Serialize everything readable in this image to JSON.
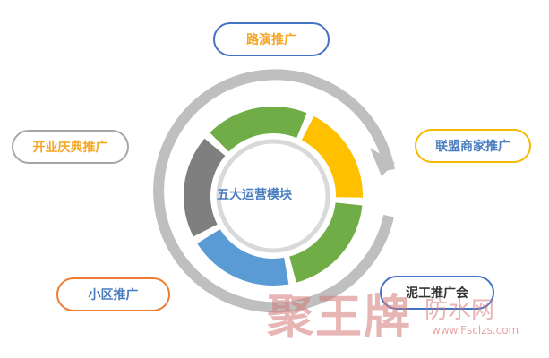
{
  "center": {
    "label": "五大运营模块"
  },
  "modules": [
    {
      "key": "top",
      "label": "路演推广",
      "border": "#4472c4",
      "text": "#f5a623"
    },
    {
      "key": "right",
      "label": "联盟商家推广",
      "border": "#f5b800",
      "text": "#4a7dbf"
    },
    {
      "key": "left",
      "label": "开业庆典推广",
      "border": "#a6a6a6",
      "text": "#f5a623"
    },
    {
      "key": "bl",
      "label": "小区推广",
      "border": "#ed7d31",
      "text": "#4a7dbf"
    },
    {
      "key": "br",
      "label": "泥工推广会",
      "border": "#4472c4",
      "text": "#333333"
    }
  ],
  "segments": [
    {
      "name": "green-top",
      "color": "#70ad47"
    },
    {
      "name": "yellow-right",
      "color": "#ffc000"
    },
    {
      "name": "green-right",
      "color": "#70ad47"
    },
    {
      "name": "blue-bottom",
      "color": "#5b9bd5"
    },
    {
      "name": "gray-left",
      "color": "#7f7f7f"
    }
  ],
  "colors": {
    "cycle_arrow": "#bfbfbf",
    "inner_ring": "#d9d9d9"
  },
  "watermark": {
    "brand": "聚王牌",
    "subtitle": "防水网",
    "url": "www.Fsclzs.com"
  }
}
